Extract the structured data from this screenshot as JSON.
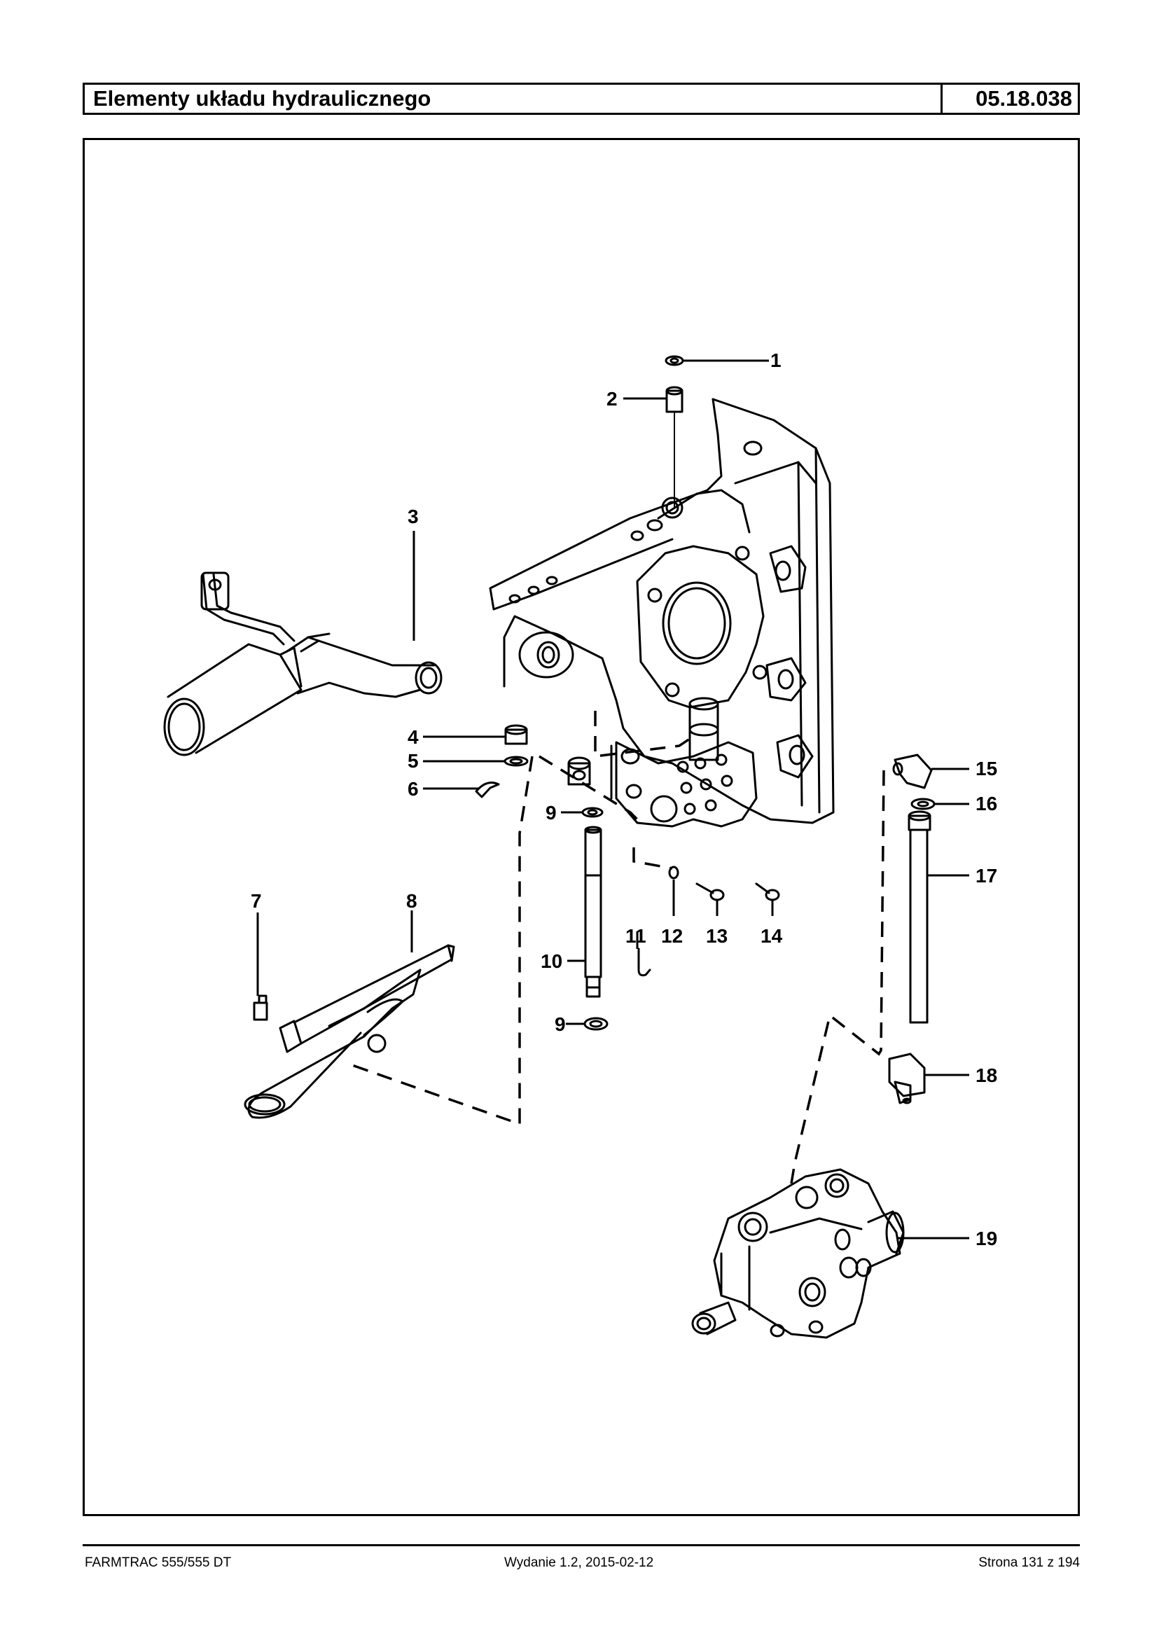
{
  "header": {
    "title": "Elementy układu hydraulicznego",
    "code": "05.18.038"
  },
  "diagram": {
    "part_labels": [
      "1",
      "2",
      "3",
      "4",
      "5",
      "6",
      "7",
      "8",
      "9",
      "10",
      "9",
      "11",
      "12",
      "13",
      "14",
      "15",
      "16",
      "17",
      "18",
      "19"
    ]
  },
  "footer": {
    "model": "FARMTRAC 555/555 DT",
    "edition": "Wydanie 1.2,  2015-02-12",
    "page": "Strona 131 z 194"
  }
}
